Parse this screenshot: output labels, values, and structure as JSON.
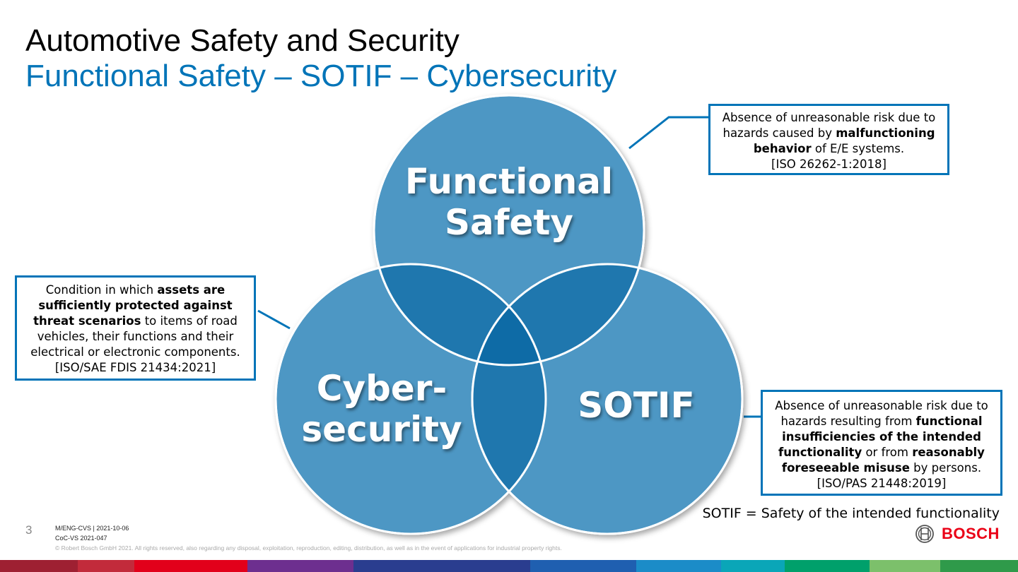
{
  "header": {
    "title": "Automotive Safety and Security",
    "subtitle": "Functional Safety – SOTIF – Cybersecurity"
  },
  "circles": {
    "functional_safety": {
      "line1": "Functional",
      "line2": "Safety"
    },
    "cybersecurity": {
      "line1": "Cyber-",
      "line2": "security"
    },
    "sotif": {
      "line1": "SOTIF"
    }
  },
  "callouts": {
    "functional_safety": {
      "p1": "Absence of unreasonable risk due to hazards caused by ",
      "b1": "malfunctioning behavior",
      "p2": " of E/E systems.",
      "ref": "[ISO 26262-1:2018]"
    },
    "cybersecurity": {
      "p1": "Condition in which ",
      "b1": "assets are sufficiently protected against threat scenarios",
      "p2": " to items of road vehicles, their functions and their electrical or electronic components.",
      "ref": "[ISO/SAE FDIS 21434:2021]"
    },
    "sotif": {
      "p1": "Absence of unreasonable risk due to hazards resulting from ",
      "b1": "functional insufficiencies of the intended functionality",
      "p2": " or from ",
      "b2": "reasonably foreseeable misuse",
      "p3": " by persons.",
      "ref": "[ISO/PAS 21448:2019]"
    }
  },
  "note": "SOTIF = Safety of the intended functionality",
  "footer": {
    "page_number": "3",
    "department": "M/ENG-CVS | 2021-10-06",
    "doc_id": "CoC-VS 2021-047",
    "copyright": "© Robert Bosch GmbH 2021. All rights reserved, also regarding any disposal, exploitation, reproduction, editing, distribution, as well as in the event of applications for industrial property rights.",
    "brand": "BOSCH"
  },
  "colors": {
    "circle_fill": "#4d97c4",
    "overlap_fill": "#1f77ae",
    "center_fill": "#0e6ba6",
    "accent_blue": "#0074b8",
    "brand_red": "#ea0016"
  }
}
